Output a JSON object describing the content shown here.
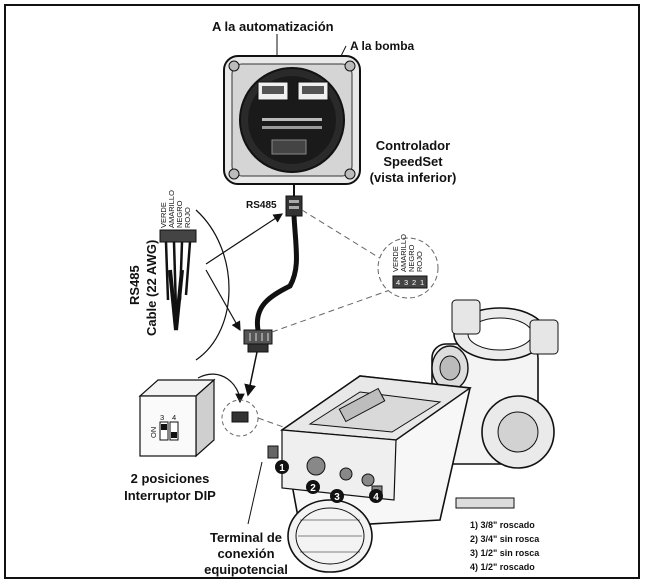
{
  "labels": {
    "automation": "A la automatización",
    "pump": "A la bomba",
    "controller_line1": "Controlador",
    "controller_line2": "SpeedSet",
    "controller_line3": "(vista inferior)",
    "rs485_port": "RS485",
    "cable_line1": "RS485",
    "cable_line2": "Cable (22 AWG)",
    "dip_line1": "2 posiciones",
    "dip_line2": "Interruptor DIP",
    "bond_line1": "Terminal de",
    "bond_line2": "conexión",
    "bond_line3": "equipotencial"
  },
  "wire_colors": [
    "VERDE",
    "AMARILLO",
    "NEGRO",
    "ROJO"
  ],
  "connector_pins": [
    "4",
    "3",
    "2",
    "1"
  ],
  "dip": {
    "on_label": "ON",
    "switch_numbers": [
      "3",
      "4"
    ]
  },
  "port_callouts": [
    "1",
    "2",
    "3",
    "4"
  ],
  "port_legend": [
    "1) 3/8\" roscado",
    "2) 3/4\" sin rosca",
    "3) 1/2\" sin rosca",
    "4) 1/2\" roscado"
  ]
}
